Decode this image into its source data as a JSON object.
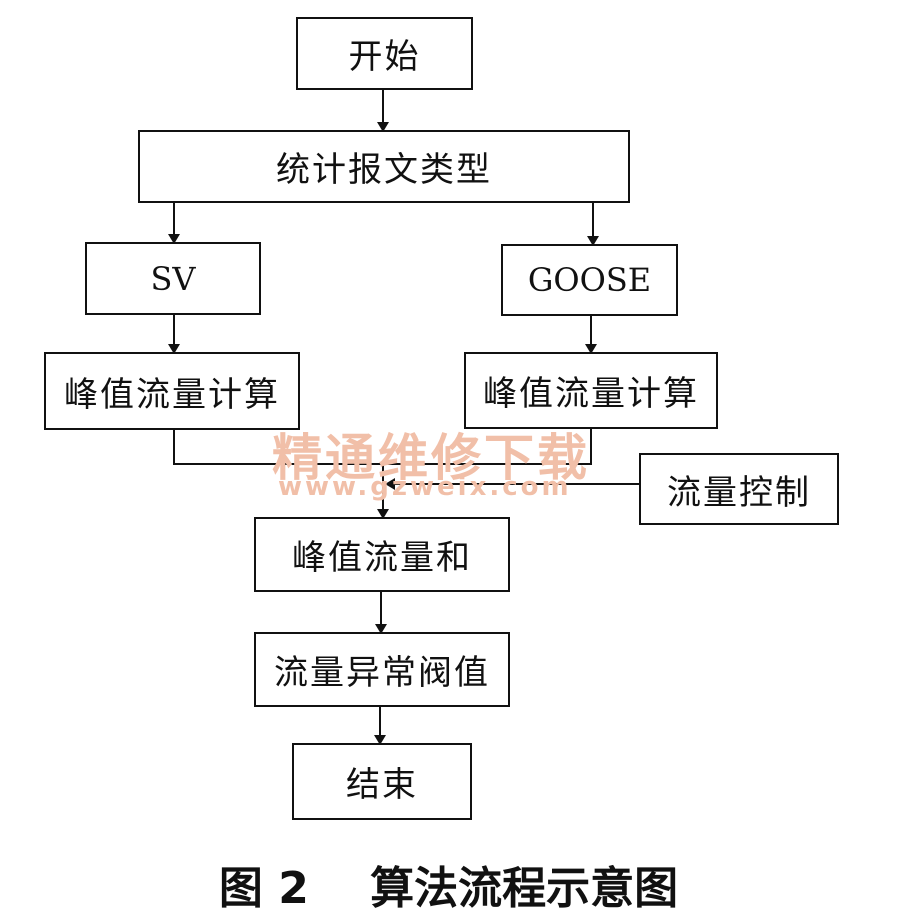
{
  "nodes": {
    "start": "开始",
    "classify": "统计报文类型",
    "sv": "SV",
    "goose": "GOOSE",
    "peak_left": "峰值流量计算",
    "peak_right": "峰值流量计算",
    "flow_control": "流量控制",
    "peak_sum": "峰值流量和",
    "threshold": "流量异常阀值",
    "end": "结束"
  },
  "watermark": {
    "cn": "精通维修下载",
    "url": "www.gzweix.com"
  },
  "caption": "图 2    算法流程示意图",
  "colors": {
    "line": "#111111",
    "watermark": "#f1bfa8"
  }
}
